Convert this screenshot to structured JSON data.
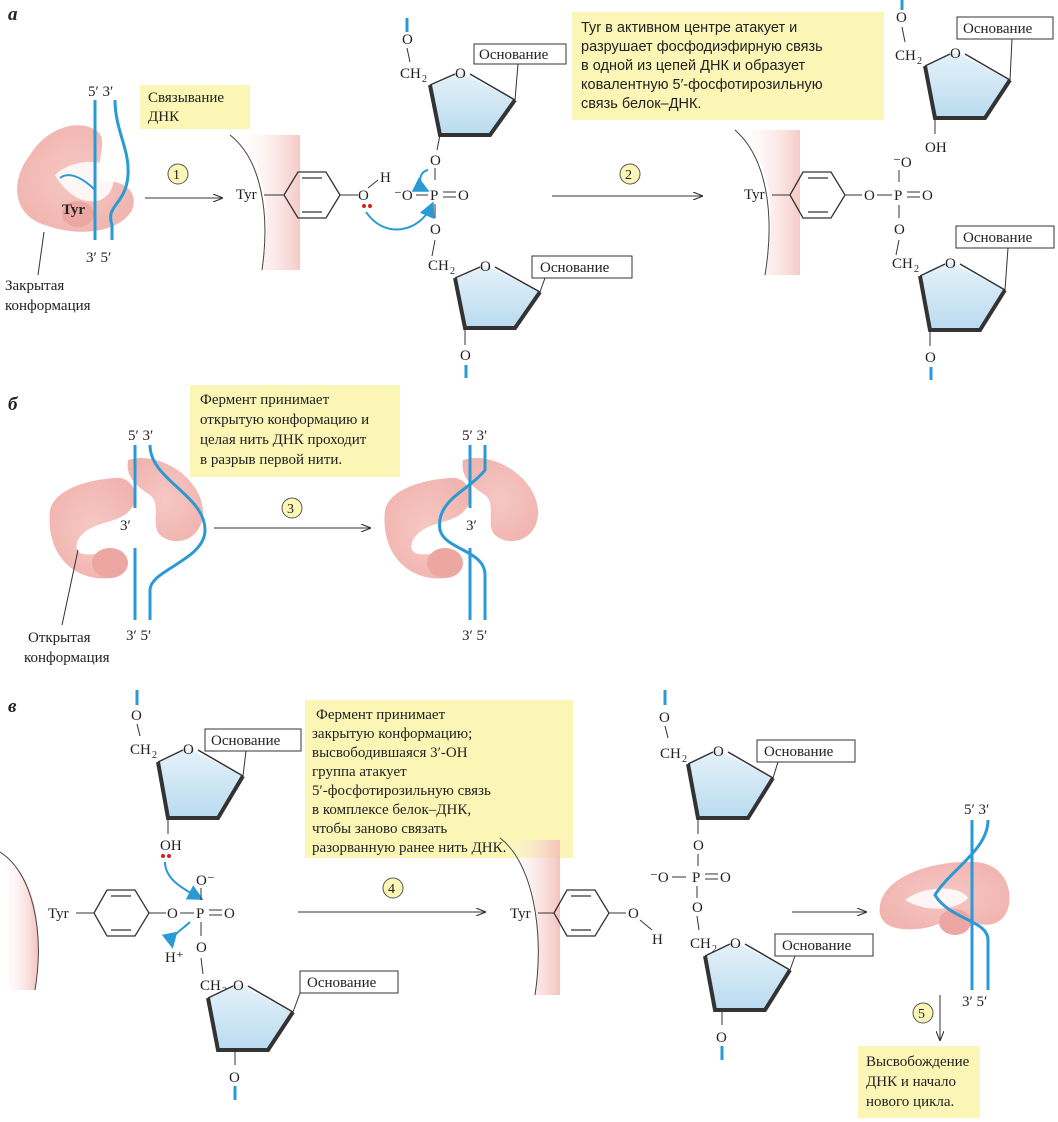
{
  "panels": {
    "a": "а",
    "b": "б",
    "c": "в"
  },
  "labels": {
    "closed_conformation": "Закрытая\nконформация",
    "open_conformation": "Открытая\nконформация",
    "dna_binding": "Связывание\nДНК",
    "end_53": "5′ 3′",
    "end_35": "3′ 5′",
    "end_3": "3′",
    "tyr": "Tyr",
    "base": "Основание",
    "ch2": "CH",
    "oh": "OH",
    "h_plus": "H⁺",
    "h": "H"
  },
  "steps": [
    "①",
    "②",
    "③",
    "④",
    "⑤"
  ],
  "notes": {
    "step2": "Tyr в активном центре атакует и\nразрушает фосфодиэфирную связь\nв одной из цепей ДНК и образует\nковалентную 5′-фосфотирозильную\nсвязь белок–ДНК.",
    "step3": "Фермент принимает\nоткрытую конформацию и\nцелая нить ДНК проходит\nв разрыв первой нити.",
    "step4": "Фермент принимает\nзакрытую конформацию;\nвысвободившаяся 3′-OH\nгруппа атакует\n5′-фосфотирозильную связь\nв комплексе белок–ДНК,\nчтобы заново связать\nразорванную ранее нить ДНК.",
    "step5": "Высвобождение\nДНК и начало\nнового цикла."
  },
  "colors": {
    "dna": "#2a9ad6",
    "protein_fill": "#f6c8c4",
    "protein_dark": "#eda7a3",
    "sugar_fill": "#cfe6f4",
    "note_bg": "#fbf6b6",
    "catalytic_dot": "#d42020"
  }
}
